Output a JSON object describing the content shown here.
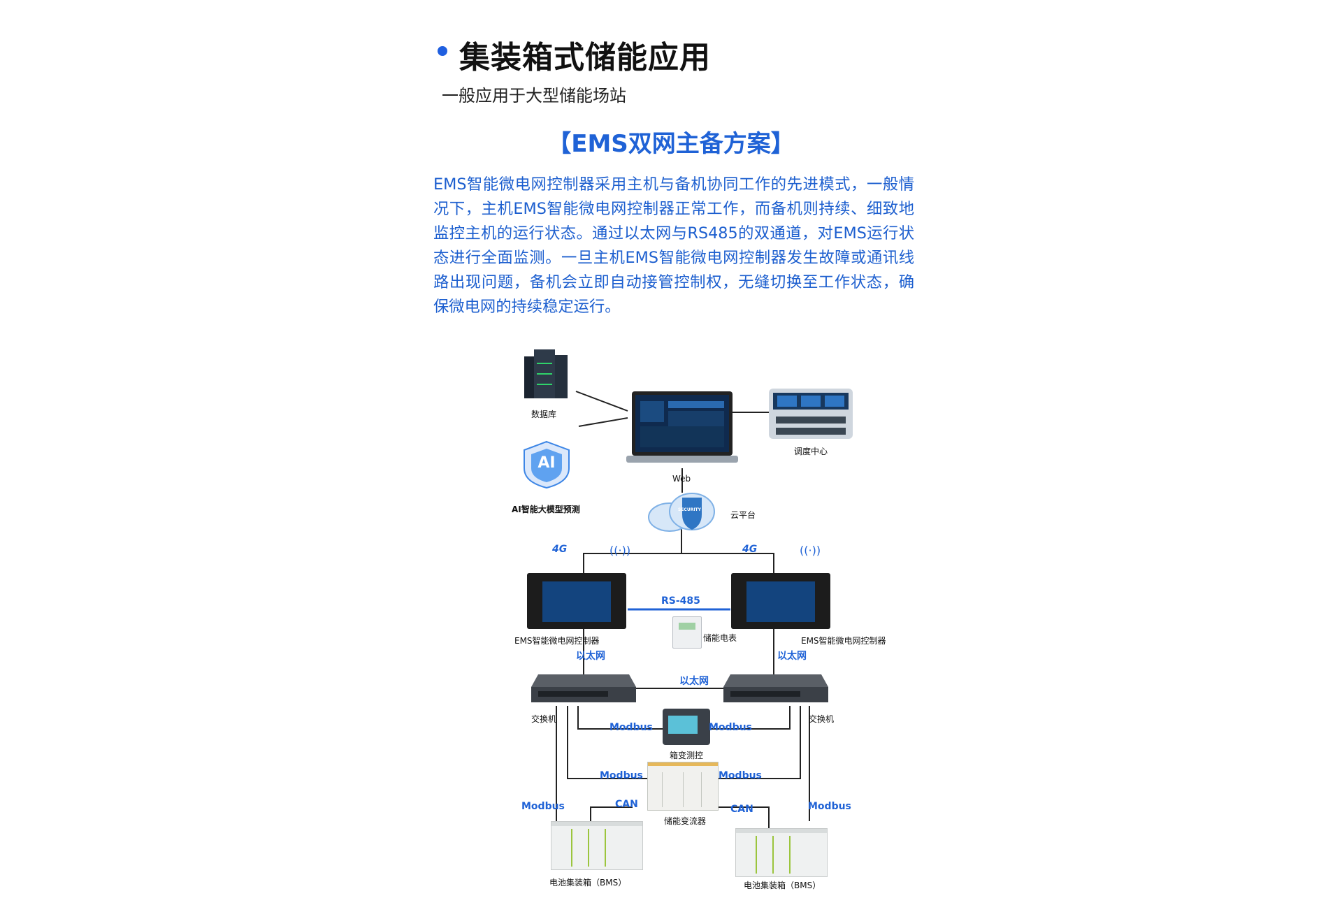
{
  "header": {
    "title": "集装箱式储能应用",
    "subtitle": "一般应用于大型储能场站"
  },
  "scheme": {
    "title": "【EMS双网主备方案】",
    "description": "EMS智能微电网控制器采用主机与备机协同工作的先进模式，一般情况下，主机EMS智能微电网控制器正常工作，而备机则持续、细致地监控主机的运行状态。通过以太网与RS485的双通道，对EMS运行状态进行全面监测。一旦主机EMS智能微电网控制器发生故障或通讯线路出现问题，备机会立即自动接管控制权，无缝切换至工作状态，确保微电网的持续稳定运行。"
  },
  "diagram": {
    "database": "数据库",
    "web": "Web",
    "dispatch_center": "调度中心",
    "ai": "AI智能大模型预测",
    "ai_badge": "AI",
    "cloud": "云平台",
    "security": "SECURITY",
    "signal_4g": "4G",
    "controller_left": "EMS智能微电网控制器",
    "controller_right": "EMS智能微电网控制器",
    "rs485": "RS-485",
    "meter": "储能电表",
    "ethernet_left": "以太网",
    "ethernet_right": "以太网",
    "ethernet_middle": "以太网",
    "switch_left": "交换机",
    "switch_right": "交换机",
    "box_monitor": "箱变测控",
    "modbus_1": "Modbus",
    "modbus_2": "Modbus",
    "modbus_3": "Modbus",
    "modbus_4": "Modbus",
    "modbus_5": "Modbus",
    "modbus_6": "Modbus",
    "can_left": "CAN",
    "can_right": "CAN",
    "pcs": "储能变流器",
    "battery_left": "电池集装箱（BMS）",
    "battery_right": "电池集装箱（BMS）",
    "colors": {
      "accent": "#1f62d6",
      "line": "#222222"
    }
  }
}
